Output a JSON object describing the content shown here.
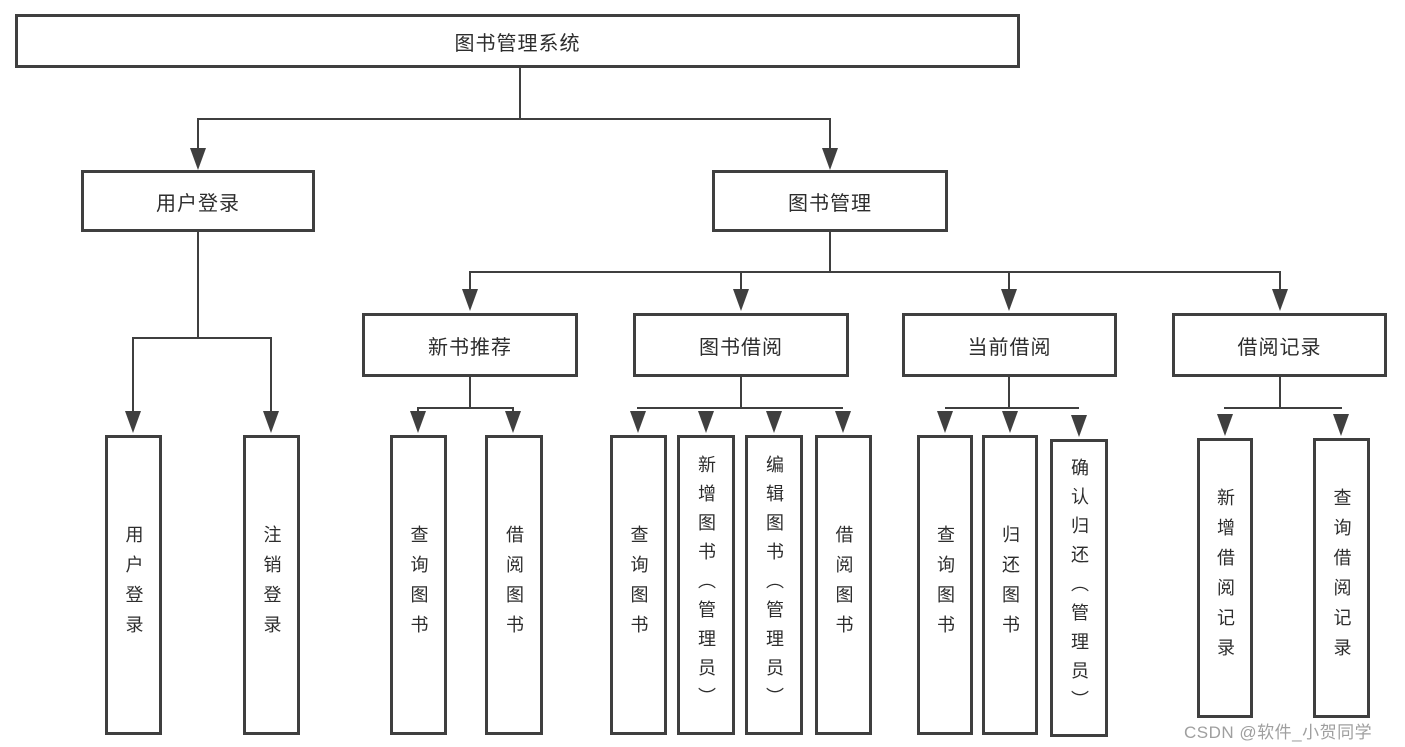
{
  "diagram": {
    "type": "hierarchy-tree",
    "colors": {
      "line": "#3f3f3f",
      "box_border": "#3f3f3f",
      "text": "#2d2d2d",
      "watermark": "#9f9f9f",
      "background": "#ffffff"
    },
    "tree": {
      "root": "图书管理系统",
      "children": [
        {
          "label": "用户登录",
          "children": [
            "用户登录",
            "注销登录"
          ]
        },
        {
          "label": "图书管理",
          "children": [
            {
              "label": "新书推荐",
              "children": [
                "查询图书",
                "借阅图书"
              ]
            },
            {
              "label": "图书借阅",
              "children": [
                "查询图书",
                "新增图书（管理员）",
                "编辑图书（管理员）",
                "借阅图书"
              ]
            },
            {
              "label": "当前借阅",
              "children": [
                "查询图书",
                "归还图书",
                "确认归还（管理员）"
              ]
            },
            {
              "label": "借阅记录",
              "children": [
                "新增借阅记录",
                "查询借阅记录"
              ]
            }
          ]
        }
      ]
    },
    "watermark": {
      "text": "CSDN @软件_小贺同学"
    }
  }
}
